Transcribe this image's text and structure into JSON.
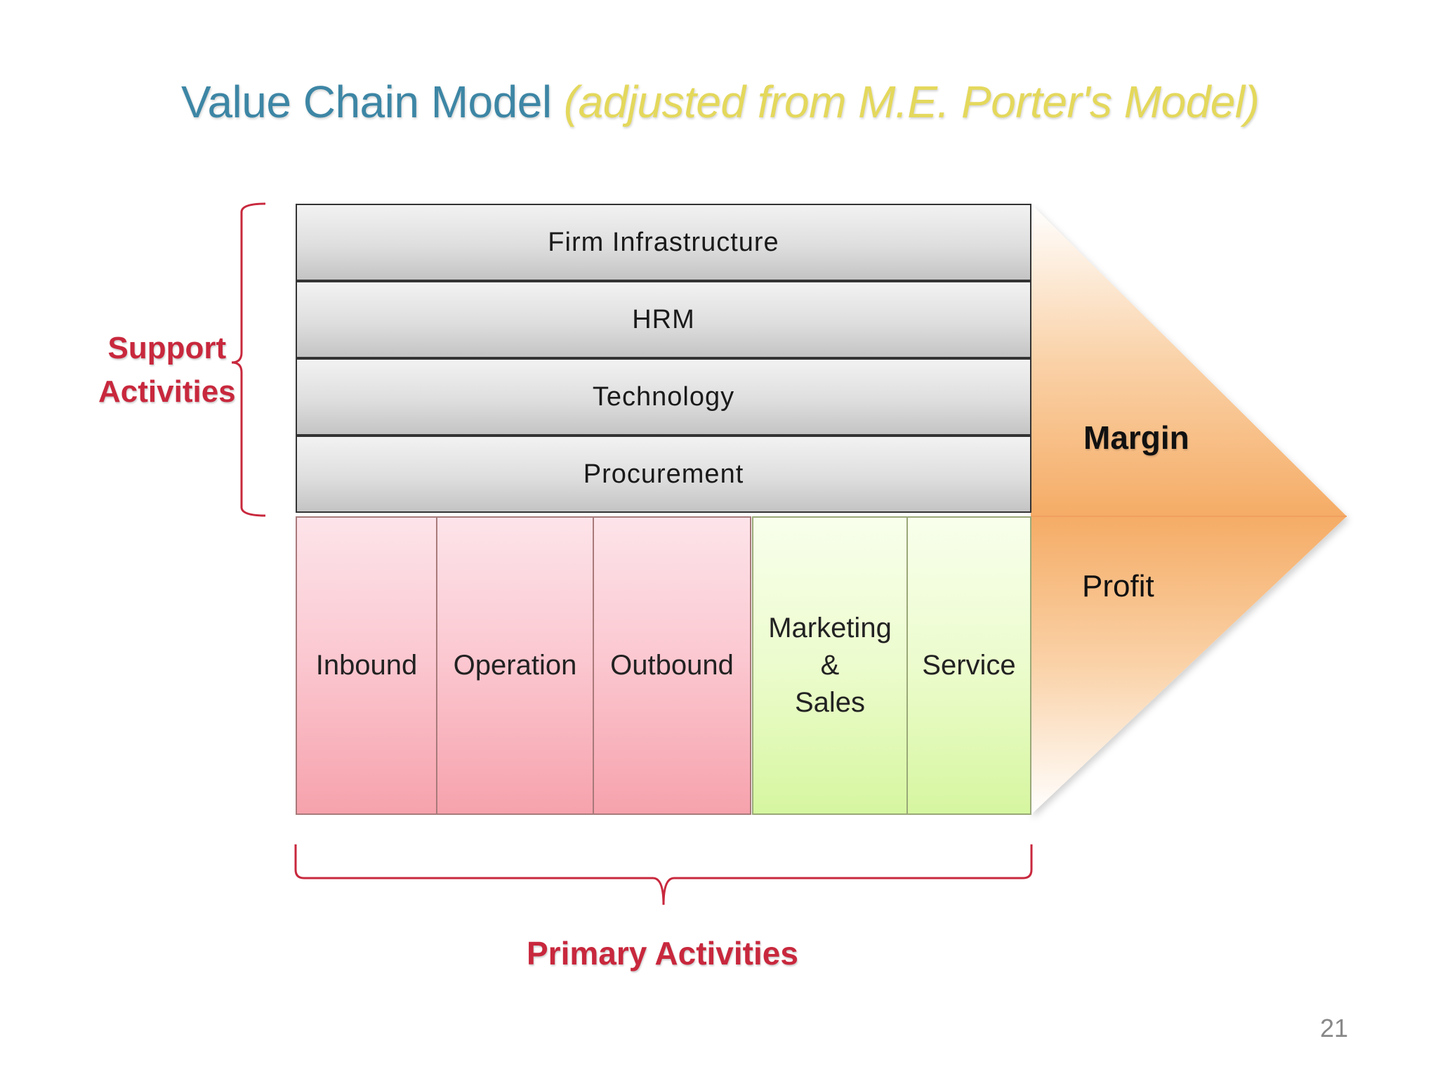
{
  "title": {
    "main": "Value Chain Model",
    "sub": "(adjusted from M.E. Porter's Model)"
  },
  "support": {
    "label_line1": "Support",
    "label_line2": "Activities",
    "rows": [
      "Firm Infrastructure",
      "HRM",
      "Technology",
      "Procurement"
    ]
  },
  "primary": {
    "label": "Primary Activities",
    "cells": [
      "Inbound",
      "Operation",
      "Outbound",
      "Marketing\n&\nSales",
      "Service"
    ]
  },
  "arrow": {
    "margin": "Margin",
    "profit": "Profit"
  },
  "colors": {
    "title_main": "#3d86a5",
    "title_sub": "#e4d85c",
    "support_label": "#c8283d",
    "primary_red": "#f6a2ac",
    "primary_green": "#d6f6a0",
    "arrow_orange": "#f6b06e"
  },
  "page_number": "21"
}
